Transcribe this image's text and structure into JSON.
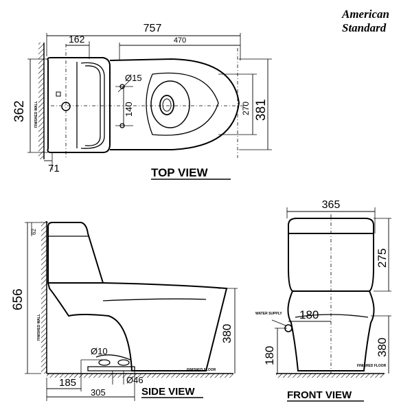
{
  "brand": {
    "line1": "American",
    "line2": "Standard"
  },
  "top_view": {
    "title": "TOP VIEW",
    "dims": {
      "overall_length": "757",
      "bowl_length": "470",
      "wall_to_center": "162",
      "hole_diameter": "Ø15",
      "tank_depth": "362",
      "overall_width": "381",
      "bowl_width": "270",
      "hole_spacing": "140",
      "wall_offset": "71"
    },
    "wall_label": "FINISHED WALL"
  },
  "side_view": {
    "title": "SIDE VIEW",
    "dims": {
      "total_height": "656",
      "lid_height": "62",
      "seat_height": "380",
      "outlet_diameter": "Ø10",
      "flange_diameter": "Ø46",
      "wall_to_outlet": "185",
      "rough_in": "305"
    },
    "wall_label": "FINISHED WALL",
    "floor_label": "FINISHED FLOOR"
  },
  "front_view": {
    "title": "FRONT VIEW",
    "dims": {
      "tank_width": "365",
      "tank_height": "275",
      "seat_height": "380",
      "supply_offset": "180",
      "supply_height": "180"
    },
    "supply_label": "WATER SUPPLY",
    "floor_label": "FINISHED FLOOR"
  }
}
